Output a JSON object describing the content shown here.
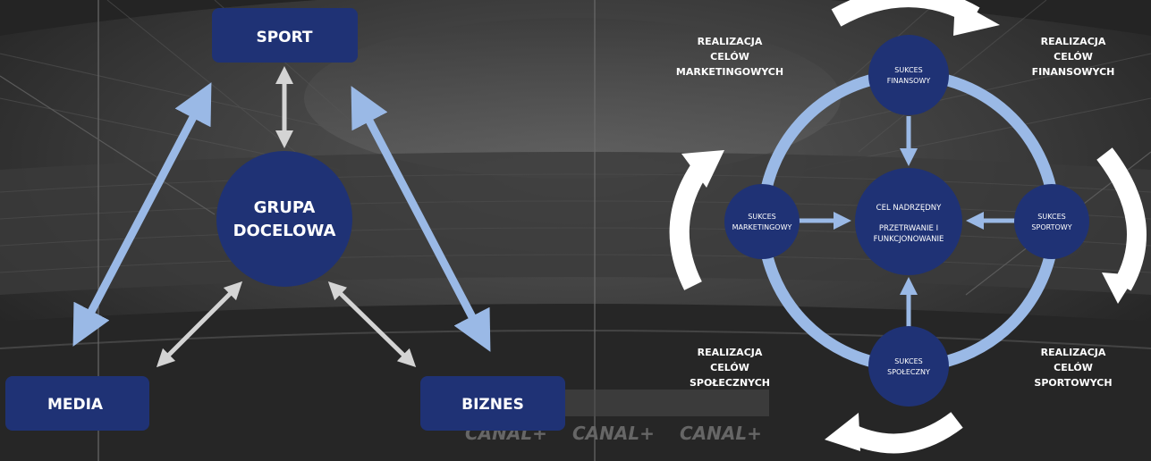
{
  "left_diagram": {
    "sport": "SPORT",
    "media": "MEDIA",
    "biznes": "BIZNES",
    "center_line1": "GRUPA",
    "center_line2": "DOCELOWA"
  },
  "right_diagram": {
    "top_node": [
      "SUKCES",
      "FINANSOWY"
    ],
    "left_node": [
      "SUKCES",
      "MARKETINGOWY"
    ],
    "right_node": [
      "SUKCES",
      "SPORTOWY"
    ],
    "bottom_node": [
      "SUKCES",
      "SPOŁECZNY"
    ],
    "center_goal": "CEL NADRZĘDNY",
    "center_line1": "PRZETRWANIE I",
    "center_line2": "FUNKCJONOWANIE",
    "label_top_left": [
      "REALIZACJA",
      "CELÓW",
      "MARKETINGOWYCH"
    ],
    "label_top_right": [
      "REALIZACJA",
      "CELÓW",
      "FINANSOWYCH"
    ],
    "label_bottom_left": [
      "REALIZACJA",
      "CELÓW",
      "SPOŁECZNYCH"
    ],
    "label_bottom_right": [
      "REALIZACJA",
      "CELÓW",
      "SPORTOWYCH"
    ]
  },
  "background": {
    "banner_text": [
      "CANAL+",
      "CANAL+",
      "CANAL+"
    ]
  },
  "colors": {
    "node_fill": "#1f3275",
    "arrow_blue": "#9ab9e6",
    "arrow_gray": "#d4d4d4",
    "text_white": "#ffffff"
  }
}
